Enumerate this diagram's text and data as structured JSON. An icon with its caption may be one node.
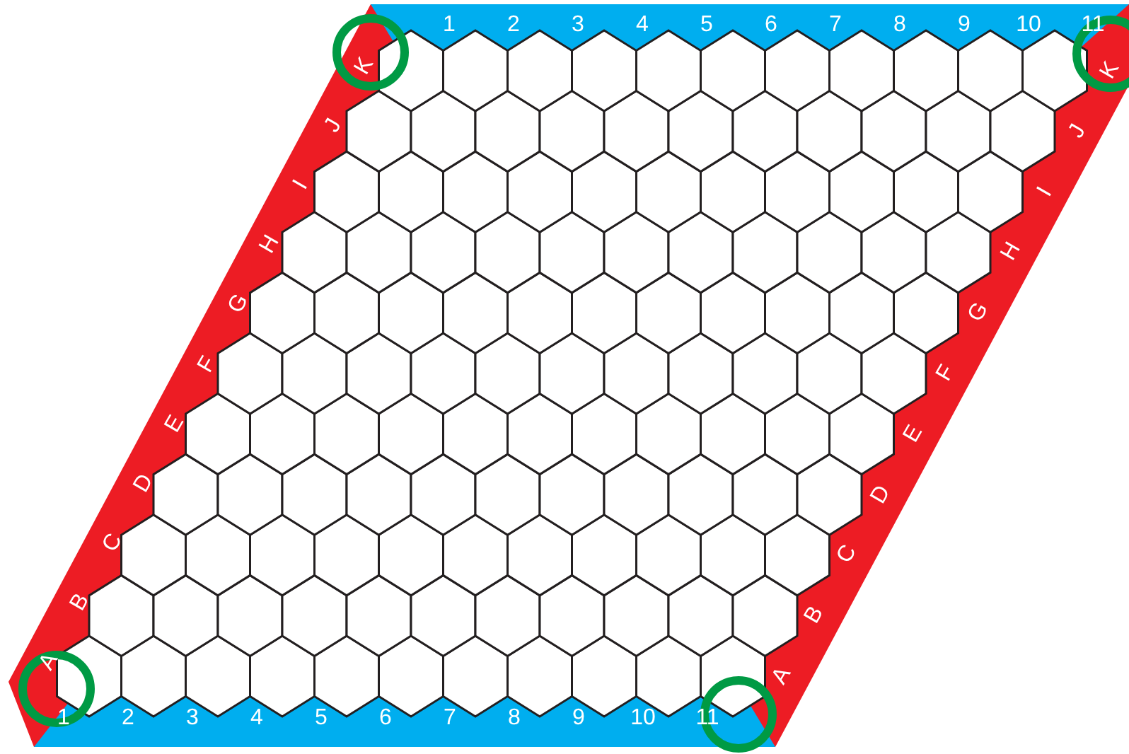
{
  "diagram": {
    "labels": [
      "1",
      "2",
      "3",
      "4",
      "5",
      "6",
      "7",
      "8",
      "9",
      "10",
      "11",
      "K",
      "K",
      "J",
      "J",
      "I",
      "I",
      "H",
      "H",
      "G",
      "G",
      "F",
      "F",
      "E",
      "E",
      "D",
      "D",
      "C",
      "C",
      "B",
      "B",
      "A",
      "A",
      "1",
      "2",
      "3",
      "4",
      "5",
      "6",
      "7",
      "8",
      "9",
      "10",
      "11"
    ]
  }
}
